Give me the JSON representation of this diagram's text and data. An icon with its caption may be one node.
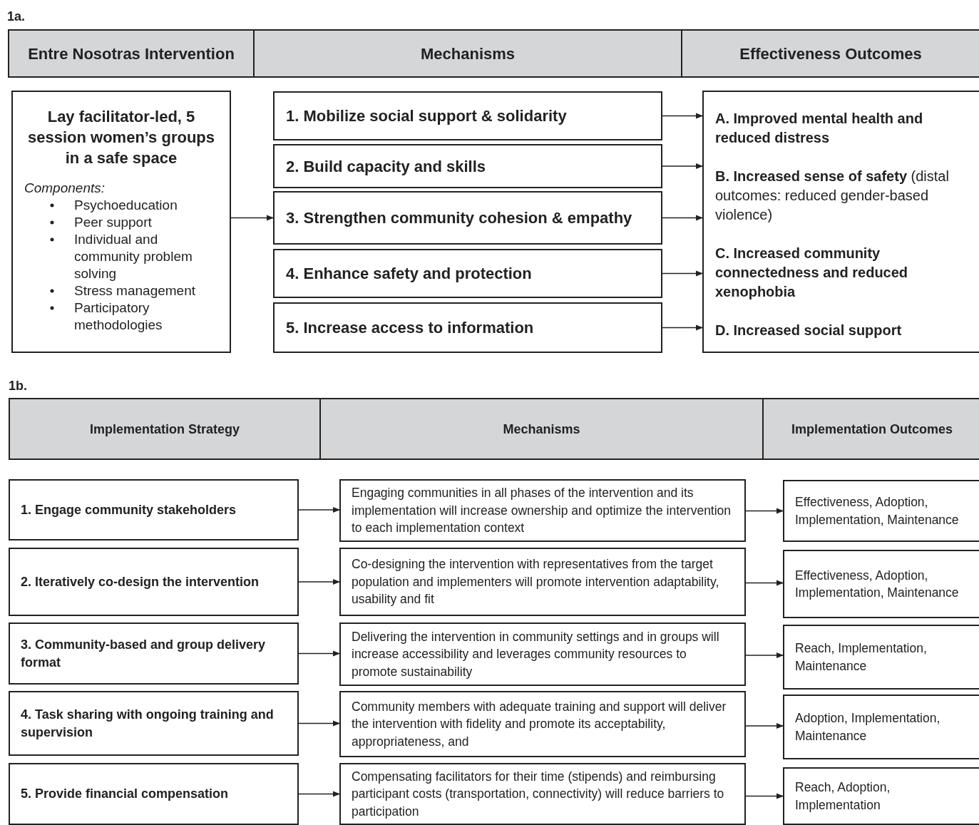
{
  "diagram": {
    "nodes": [
      {
        "text": [
          "Entre Nosotras Intervention"
        ]
      },
      {
        "text": [
          "Mechanisms"
        ]
      },
      {
        "text": [
          "Effectiveness Outcomes"
        ]
      },
      {
        "text": [
          "Lay facilitator-led, 5 session women’s groups in a safe space",
          "Components:",
          "Psychoeducation",
          "Peer support",
          "Individual and community problem solving",
          "Stress management",
          "Participatory methodologies"
        ]
      },
      {
        "text": [
          "1. Mobilize social support & solidarity"
        ]
      },
      {
        "text": [
          "2. Build capacity and skills"
        ]
      },
      {
        "text": [
          "3. Strengthen community cohesion & empathy"
        ]
      },
      {
        "text": [
          "4. Enhance safety and protection"
        ]
      },
      {
        "text": [
          "5. Increase access to information"
        ]
      },
      {
        "text": [
          "A. Improved mental health and reduced distress",
          "**B. Increased sense of safety** (distal outcomes: reduced gender-based violence)",
          "C. Increased community connectedness and reduced xenophobia",
          "D. Increased social support"
        ]
      },
      {
        "text": [
          "Implementation Strategy"
        ]
      },
      {
        "text": [
          "Mechanisms"
        ]
      },
      {
        "text": [
          "Implementation Outcomes"
        ]
      },
      {
        "text": [
          "1. Engage community stakeholders"
        ]
      },
      {
        "text": [
          "2. Iteratively co-design the intervention"
        ]
      },
      {
        "text": [
          "3. Community-based and group delivery format"
        ]
      },
      {
        "text": [
          "4. Task sharing with ongoing training and supervision"
        ]
      },
      {
        "text": [
          "5. Provide financial compensation"
        ]
      },
      {
        "text": [
          "Engaging communities in all phases of the intervention and its implementation will increase ownership and optimize the intervention to each implementation context"
        ]
      },
      {
        "text": [
          "Co-designing the intervention with representatives from the target population and implementers will promote intervention adaptability, usability and fit"
        ]
      },
      {
        "text": [
          "Delivering the intervention in community settings and in groups will increase accessibility and leverages community resources to promote sustainability"
        ]
      },
      {
        "text": [
          "Community members with adequate training and support will deliver the intervention with fidelity and promote its acceptability, appropriateness, and"
        ]
      },
      {
        "text": [
          "Compensating facilitators for their time (stipends) and reimbursing participant costs (transportation, connectivity) will reduce barriers to participation"
        ]
      },
      {
        "text": [
          "Effectiveness, Adoption, Implementation, Maintenance"
        ]
      },
      {
        "text": [
          "Effectiveness, Adoption, Implementation, Maintenance"
        ]
      },
      {
        "text": [
          "Reach, Implementation, Maintenance"
        ]
      },
      {
        "text": [
          "Adoption, Implementation, Maintenance"
        ]
      },
      {
        "text": [
          "Reach, Adoption, Implementation"
        ]
      }
    ],
    "edges": [
      {
        "from": 3,
        "to": 6,
        "arrow": "to"
      },
      {
        "from": 4,
        "to": 9,
        "arrow": "to"
      },
      {
        "from": 5,
        "to": 9,
        "arrow": "to"
      },
      {
        "from": 6,
        "to": 9,
        "arrow": "to"
      },
      {
        "from": 7,
        "to": 9,
        "arrow": "to"
      },
      {
        "from": 8,
        "to": 9,
        "arrow": "to"
      },
      {
        "from": 13,
        "to": 18,
        "arrow": "to"
      },
      {
        "from": 14,
        "to": 19,
        "arrow": "to"
      },
      {
        "from": 15,
        "to": 20,
        "arrow": "to"
      },
      {
        "from": 16,
        "to": 21,
        "arrow": "to"
      },
      {
        "from": 17,
        "to": 22,
        "arrow": "to"
      },
      {
        "from": 18,
        "to": 23,
        "arrow": "to"
      },
      {
        "from": 19,
        "to": 24,
        "arrow": "to"
      },
      {
        "from": 20,
        "to": 25,
        "arrow": "to"
      },
      {
        "from": 21,
        "to": 26,
        "arrow": "to"
      },
      {
        "from": 22,
        "to": 27,
        "arrow": "to"
      }
    ],
    "labels": [
      "1a.",
      "1b."
    ]
  }
}
